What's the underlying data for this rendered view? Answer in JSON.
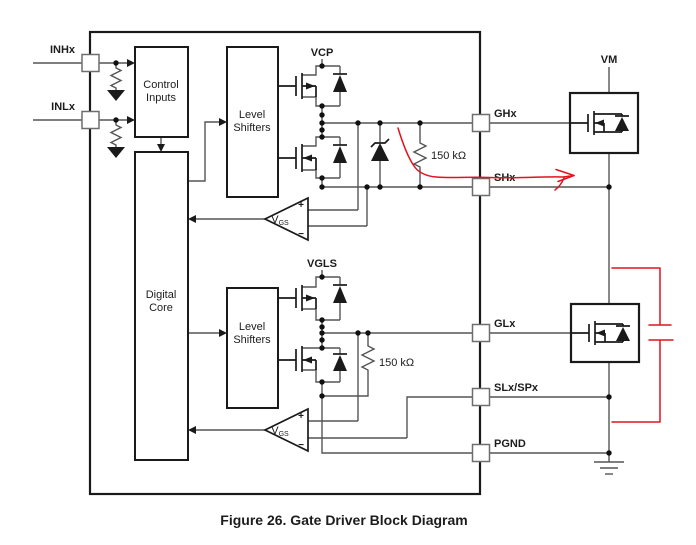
{
  "figure": {
    "caption": "Figure 26.  Gate Driver Block Diagram"
  },
  "colors": {
    "annotation_red": "#e0131f"
  },
  "pins": {
    "inhx": "INHx",
    "inlx": "INLx",
    "ghx": "GHx",
    "shx": "SHx",
    "glx": "GLx",
    "slx_spx": "SLx/SPx",
    "pgnd": "PGND"
  },
  "nets": {
    "vcp": "VCP",
    "vgls": "VGLS",
    "vm": "VM"
  },
  "blocks": {
    "control_inputs": [
      "Control",
      "Inputs"
    ],
    "digital_core": [
      "Digital",
      "Core"
    ],
    "level_shifters": [
      "Level",
      "Shifters"
    ]
  },
  "components": {
    "gate_pulldown_resistor": "150 kΩ",
    "comparator_v": "V",
    "comparator_sub": "GS",
    "plus": "+",
    "minus": "−"
  }
}
